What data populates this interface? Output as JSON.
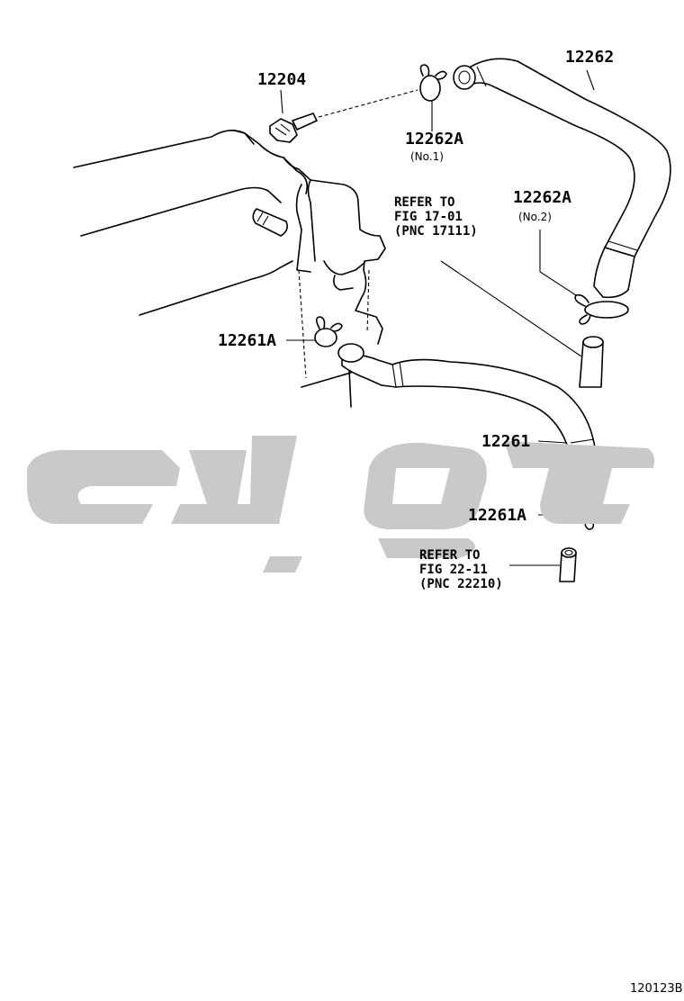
{
  "parts": {
    "p12204": "12204",
    "p12262": "12262",
    "p12262a_top": "12262A",
    "p12262a_top_sub": "(No.1)",
    "p12262a_mid": "12262A",
    "p12262a_mid_sub": "(No.2)",
    "p12261a_left": "12261A",
    "p12261": "12261",
    "p12261a_bottom": "12261A"
  },
  "refs": {
    "ref1": {
      "line1": "REFER TO",
      "line2": "FIG 17-01",
      "line3": "(PNC 17111)"
    },
    "ref2": {
      "line1": "REFER TO",
      "line2": "FIG 22-11",
      "line3": "(PNC 22210)"
    }
  },
  "figure_id": "120123B"
}
